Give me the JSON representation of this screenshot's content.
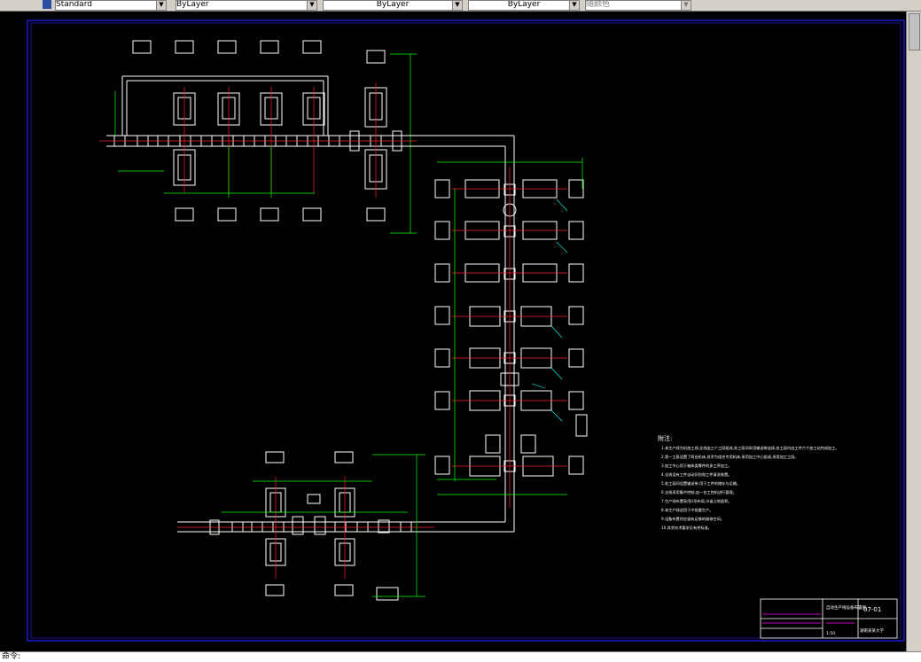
{
  "toolbar": {
    "text_style": "Standard",
    "layer": "ByLayer",
    "linetype": "ByLayer",
    "lineweight": "ByLayer",
    "color": "随颜色"
  },
  "drawing": {
    "notes_title": "附注:",
    "notes": [
      "1.本生产线为机加工线,全线由三个工段组成,各工段间采用输送带连接,各工段内由工件六个加工站完成加工。",
      "2.第一工段设置了两台机床,其余为组合专用机床,采用加工中心组成,采用加工工段。",
      "3.加工中心用于箱体类零件的多工序加工。",
      "4.全线设有工件自动识别和工件清洗装置。",
      "5.各工段间设置输送带,用于工件的储存与运输。",
      "6.全线采用集中控制,由一台工控机进行管理。",
      "7.生产线布置采用U形布局,节省占地面积。",
      "8.本生产线适用于中批量生产。",
      "9.设备布置时应留有足够的维修空间。",
      "10.其余技术要求见有关标准。"
    ],
    "title_block": {
      "drawing_name": "自动生产线设备布置图",
      "drawing_no": "07-01",
      "company": "湖南某某大学",
      "scale": "1:50"
    }
  },
  "cmdline": {
    "prompt": "命令:"
  },
  "colors": {
    "border": "#2020ff",
    "lines": "#ffffff",
    "dims": "#00ff00",
    "centerlines": "#ff2020",
    "leaders": "#00ffff",
    "text": "#ffffff",
    "magenta": "#ff00ff"
  }
}
